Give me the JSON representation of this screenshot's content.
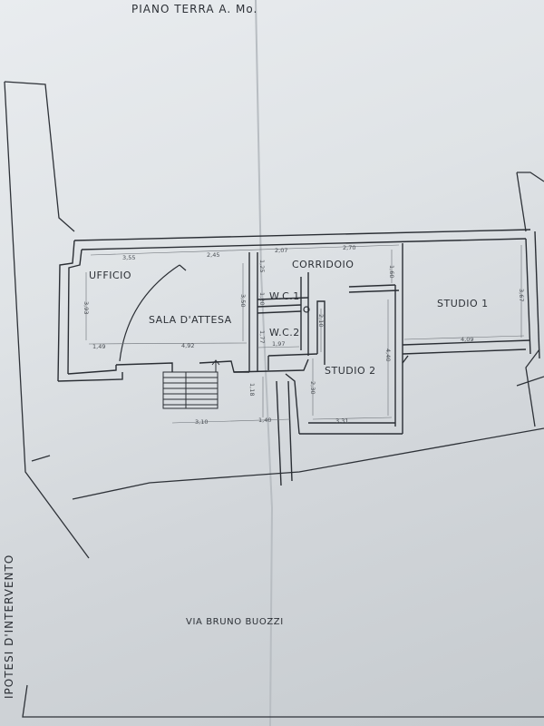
{
  "sheet": {
    "title": "PIANO TERRA A. Mo.",
    "side_label": "IPOTESI D'INTERVENTO",
    "street": "VIA BRUNO BUOZZI"
  },
  "rooms": {
    "ufficio": "UFFICIO",
    "sala": "SALA D'ATTESA",
    "corridoio": "CORRIDOIO",
    "wc1": "W.C.1",
    "wc2": "W.C.2",
    "studio2": "STUDIO 2",
    "studio1": "STUDIO 1"
  },
  "dimensions": {
    "d_355": "3,55",
    "d_245": "2,45",
    "d_207": "2,07",
    "d_270": "2,70",
    "d_160": "1,60",
    "d_125": "1,25",
    "d_350": "3,50",
    "d_120": "1,20",
    "d_393": "3,93",
    "d_149": "1,49",
    "d_492": "4,92",
    "d_197": "1,97",
    "d_177": "1,77",
    "d_210": "2,10",
    "d_440": "4,40",
    "d_367": "3,67",
    "d_409": "4,09",
    "d_230": "2,30",
    "d_331": "3,31",
    "d_118": "1,18",
    "d_310": "3,10",
    "d_140": "1,40"
  }
}
